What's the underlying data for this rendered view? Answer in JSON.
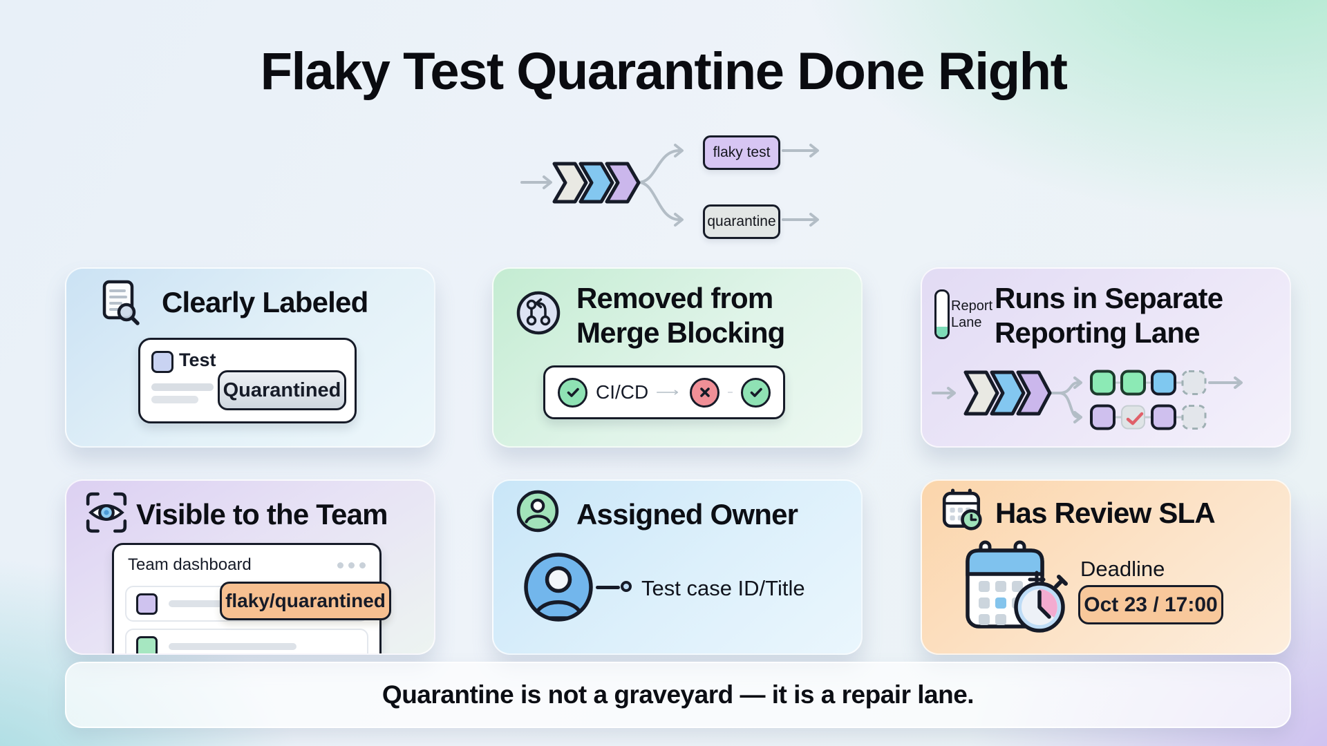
{
  "title": "Flaky Test Quarantine Done Right",
  "flow": {
    "flaky_label": "flaky test",
    "quarantine_label": "quarantine"
  },
  "cards": {
    "clearly_labeled": {
      "title": "Clearly Labeled",
      "icon": "document-search-icon",
      "test_item_label": "Test",
      "badge_label": "Quarantined"
    },
    "merge_blocking": {
      "title_line1": "Removed from",
      "title_line2": "Merge Blocking",
      "icon": "git-branch-revert-icon",
      "pipeline_label": "CI/CD"
    },
    "reporting_lane": {
      "title_line1": "Runs in Separate",
      "title_line2": "Reporting Lane",
      "icon": "report-lane-gauge-icon",
      "icon_label_line1": "Report",
      "icon_label_line2": "Lane"
    },
    "visible_team": {
      "title": "Visible to the Team",
      "icon": "eye-scan-icon",
      "panel_title": "Team dashboard",
      "tag_label": "flaky/quarantined"
    },
    "assigned_owner": {
      "title": "Assigned Owner",
      "icon": "person-circle-icon",
      "link_label": "Test case ID/Title"
    },
    "review_sla": {
      "title": "Has Review SLA",
      "icon": "calendar-clock-icon",
      "deadline_label": "Deadline",
      "deadline_value": "Oct 23 / 17:00"
    }
  },
  "footer": {
    "message": "Quarantine is not a graveyard — it is a repair lane."
  },
  "colors": {
    "ink": "#161b28",
    "arrow_gray": "#b3bdc6",
    "chevron_white": "#e9e9e3",
    "chevron_blue": "#83c7f0",
    "chevron_purple": "#cbb7ec",
    "status_green": "#8fe2b4",
    "status_red": "#f08f97",
    "tag_orange": "#f7c091",
    "badge_gray": "#cfd7e0",
    "flaky_box_purple": "#d7c6f3",
    "quarantine_box_gray": "#e2e6e5",
    "lane_green": "#7edcb8",
    "avatar_blue": "#72b6ec"
  }
}
